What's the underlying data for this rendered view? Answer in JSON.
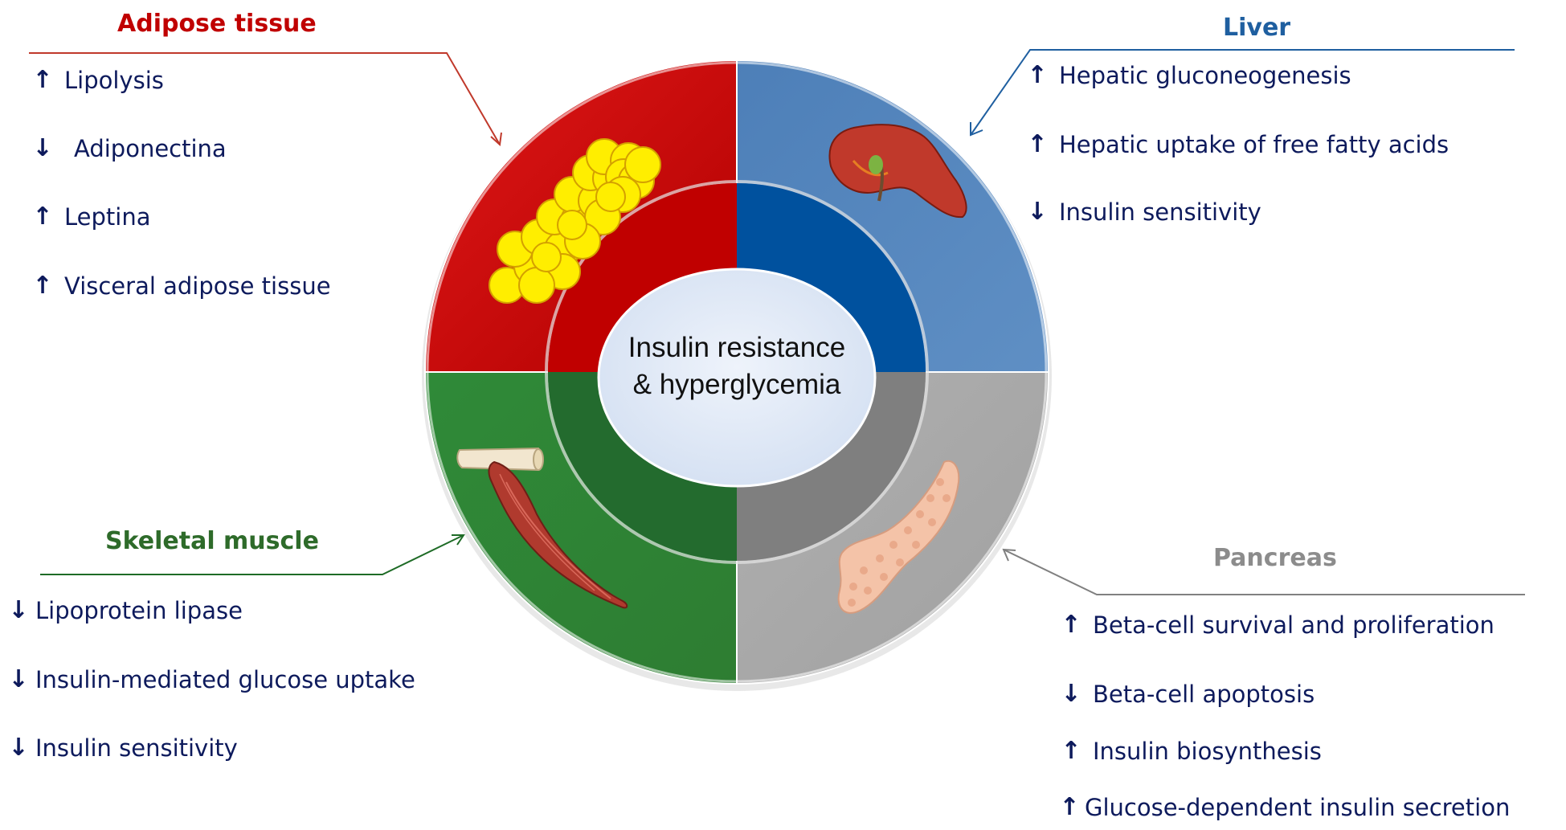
{
  "center": {
    "line1": "Insulin resistance",
    "line2": "&  hyperglycemia"
  },
  "colors": {
    "adipose": "#c00000",
    "liver": "#1f5fa0",
    "muscle": "#2e7d32",
    "pancreas": "#a6a6a6",
    "text": "#0d1a5c"
  },
  "quadrants": {
    "adipose": {
      "title": "Adipose tissue",
      "icon": "fat-cells-icon",
      "items": [
        {
          "direction": "up",
          "text": "Lipolysis"
        },
        {
          "direction": "down",
          "text": "Adiponectina"
        },
        {
          "direction": "up",
          "text": "Leptina"
        },
        {
          "direction": "up",
          "text": "Visceral adipose tissue"
        }
      ]
    },
    "liver": {
      "title": "Liver",
      "icon": "liver-icon",
      "items": [
        {
          "direction": "up",
          "text": "Hepatic gluconeogenesis"
        },
        {
          "direction": "up",
          "text": "Hepatic uptake of free fatty acids"
        },
        {
          "direction": "down",
          "text": "Insulin sensitivity"
        }
      ]
    },
    "muscle": {
      "title": "Skeletal muscle",
      "icon": "muscle-icon",
      "items": [
        {
          "direction": "down",
          "text": "Lipoprotein lipase"
        },
        {
          "direction": "down",
          "text": "Insulin-mediated glucose uptake"
        },
        {
          "direction": "down",
          "text": "Insulin sensitivity"
        }
      ]
    },
    "pancreas": {
      "title": "Pancreas",
      "icon": "pancreas-icon",
      "items": [
        {
          "direction": "up",
          "text": "Beta-cell survival and proliferation"
        },
        {
          "direction": "down",
          "text": "Beta-cell apoptosis"
        },
        {
          "direction": "up",
          "text": "Insulin biosynthesis"
        },
        {
          "direction": "up",
          "text": "Glucose-dependent insulin secretion"
        }
      ]
    }
  }
}
